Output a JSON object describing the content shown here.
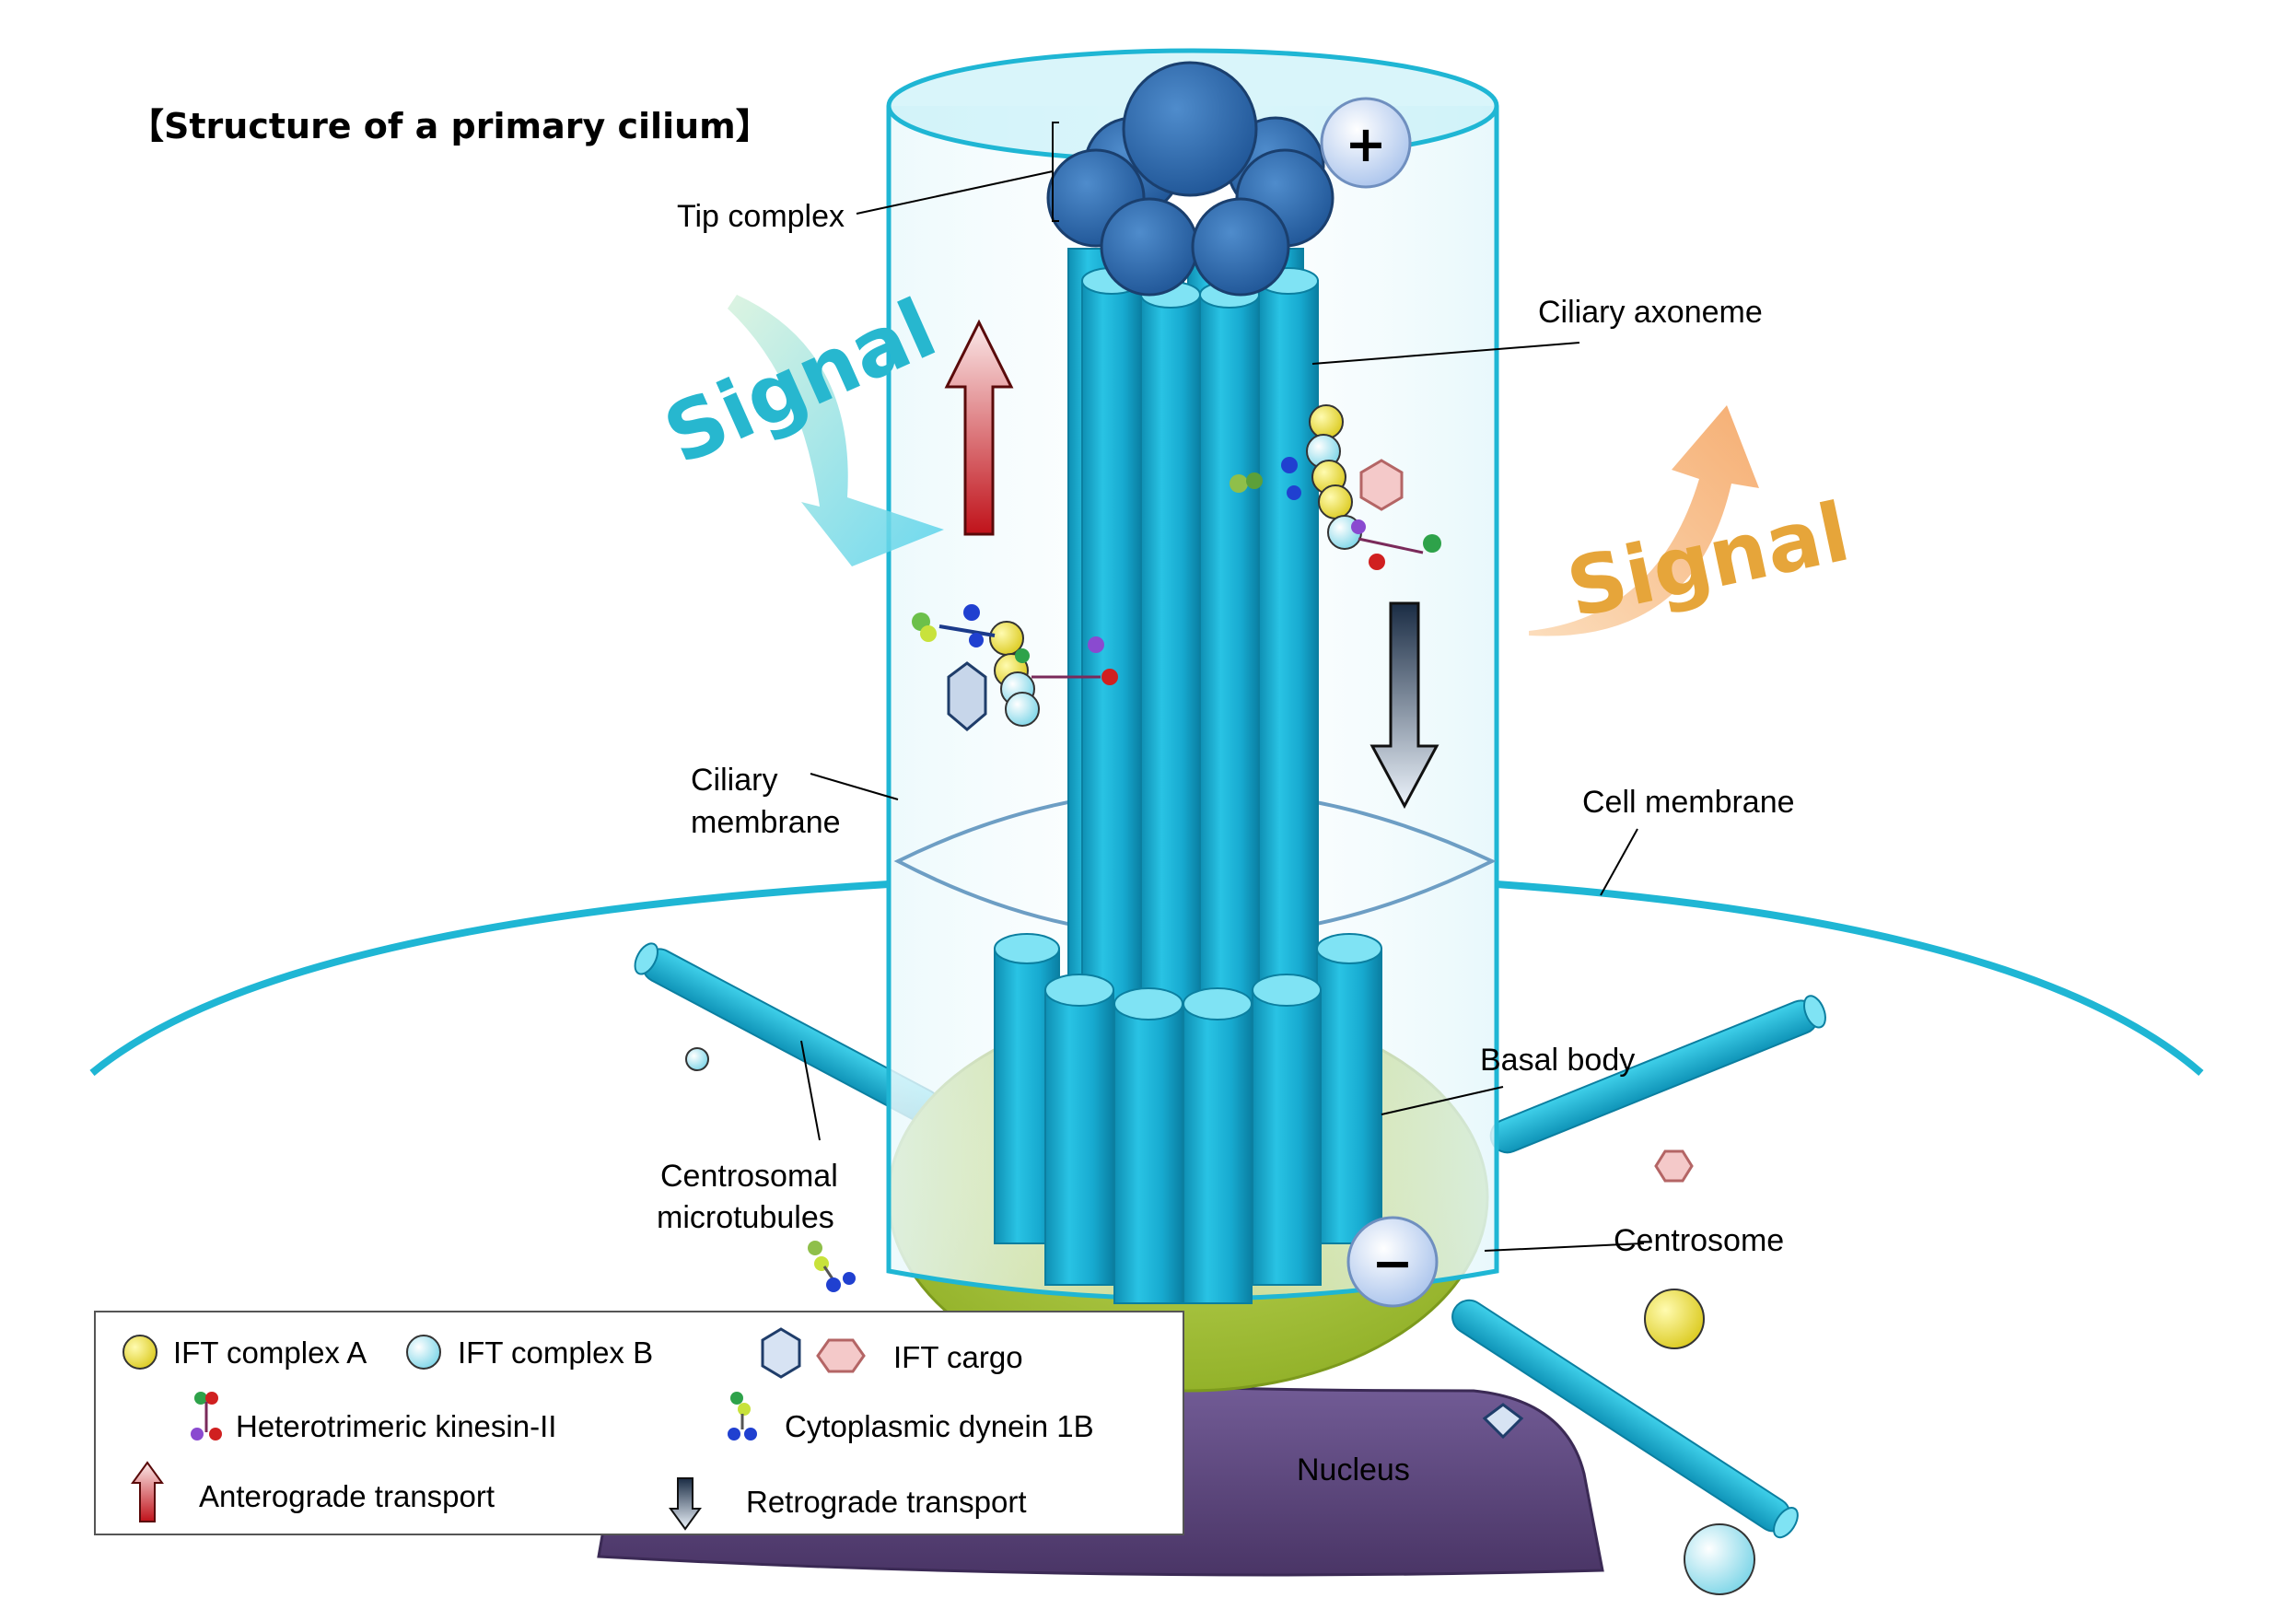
{
  "title": "【Structure of a primary cilium】",
  "labels": {
    "tip_complex": "Tip complex",
    "ciliary_axoneme": "Ciliary axoneme",
    "ciliary_membrane_1": "Ciliary",
    "ciliary_membrane_2": "membrane",
    "cell_membrane": "Cell membrane",
    "basal_body": "Basal body",
    "centrosomal_1": "Centrosomal",
    "centrosomal_2": "microtubules",
    "centrosome": "Centrosome",
    "nucleus": "Nucleus"
  },
  "signals": {
    "in": "Signal",
    "out": "Signal"
  },
  "polarity": {
    "plus": "+",
    "minus": "−"
  },
  "legend": {
    "ift_a": "IFT complex A",
    "ift_b": "IFT complex B",
    "ift_cargo": "IFT cargo",
    "kinesin": "Heterotrimeric kinesin-II",
    "dynein": "Cytoplasmic dynein 1B",
    "anterograde": "Anterograde transport",
    "retrograde": "Retrograde transport"
  },
  "colors": {
    "cilium_outline": "#1fb6d4",
    "tubule": "#19b2d6",
    "tubule_top": "#7fe3f4",
    "tip_ball": "#2f6aab",
    "centrosome": "#a6c43a",
    "nucleus": "#5b4478",
    "ift_a": "#efe14c",
    "ift_b": "#bdeef7",
    "signal_in": "#27b7cf",
    "signal_out": "#e6a53a",
    "anterograde": "#c71a1a",
    "retrograde": "#1d3350"
  }
}
